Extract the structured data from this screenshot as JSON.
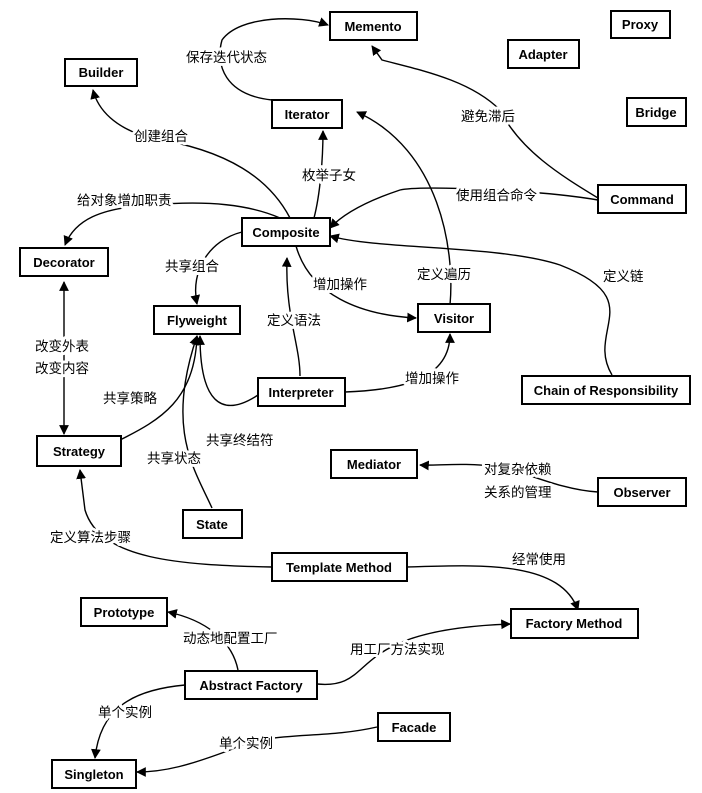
{
  "diagram": {
    "nodes": {
      "memento": "Memento",
      "proxy": "Proxy",
      "builder": "Builder",
      "adapter": "Adapter",
      "iterator": "Iterator",
      "bridge": "Bridge",
      "command": "Command",
      "composite": "Composite",
      "decorator": "Decorator",
      "flyweight": "Flyweight",
      "visitor": "Visitor",
      "interpreter": "Interpreter",
      "chain": "Chain of Responsibility",
      "strategy": "Strategy",
      "mediator": "Mediator",
      "observer": "Observer",
      "state": "State",
      "template_method": "Template Method",
      "prototype": "Prototype",
      "factory_method": "Factory Method",
      "abstract_factory": "Abstract Factory",
      "facade": "Facade",
      "singleton": "Singleton"
    },
    "edge_labels": {
      "save_iteration_state": "保存迭代状态",
      "avoid_lag": "避免滞后",
      "create_composite": "创建组合",
      "enumerate_children": "枚举子女",
      "add_responsibility": "给对象增加职责",
      "use_composite_command": "使用组合命令",
      "share_composite": "共享组合",
      "add_operation_1": "增加操作",
      "define_traversal": "定义遍历",
      "define_chain": "定义链",
      "define_grammar": "定义语法",
      "change_skin_1": "改变外表",
      "change_skin_2": "改变内容",
      "add_operation_2": "增加操作",
      "share_strategy": "共享策略",
      "share_terminal": "共享终结符",
      "share_state": "共享状态",
      "complex_dep_1": "对复杂依赖",
      "complex_dep_2": "关系的管理",
      "define_algorithm_steps": "定义算法步骤",
      "often_use": "经常使用",
      "dynamic_config_factory": "动态地配置工厂",
      "impl_with_factory_method": "用工厂方法实现",
      "single_instance_1": "单个实例",
      "single_instance_2": "单个实例"
    }
  }
}
